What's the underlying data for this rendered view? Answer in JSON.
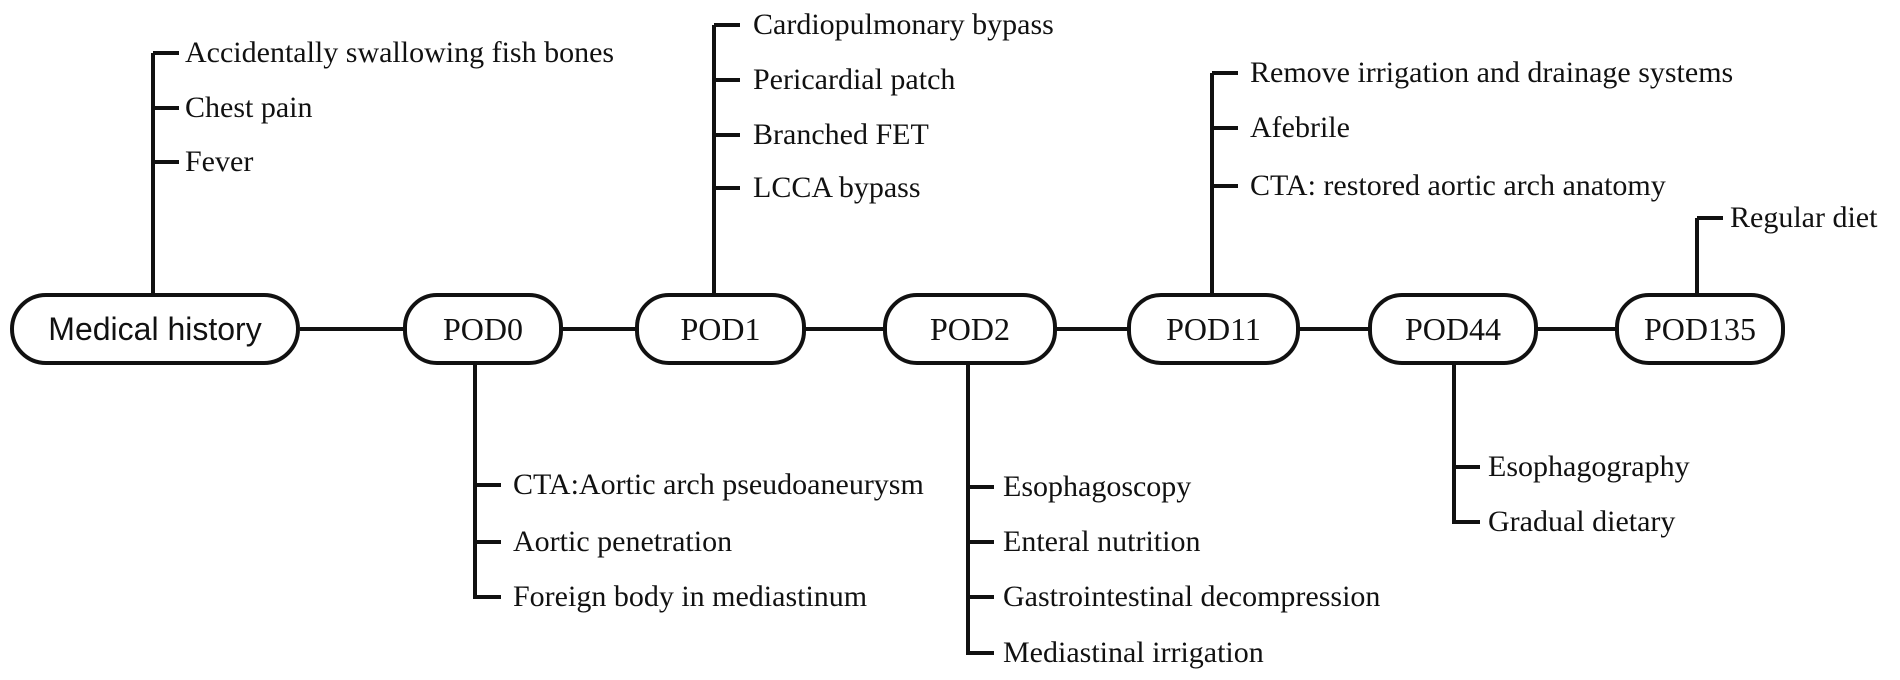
{
  "diagram": {
    "type": "flow-timeline",
    "background": "#ffffff",
    "line_color": "#111111",
    "text_color": "#111111",
    "nodes": [
      {
        "id": "medical-history",
        "label": "Medical history",
        "branch": "up",
        "items": [
          "Accidentally swallowing fish bones",
          "Chest pain",
          "Fever"
        ]
      },
      {
        "id": "pod0",
        "label": "POD0",
        "branch": "down",
        "items": [
          "CTA:Aortic arch pseudoaneurysm",
          "Aortic penetration",
          "Foreign body in mediastinum"
        ]
      },
      {
        "id": "pod1",
        "label": "POD1",
        "branch": "up",
        "items": [
          "Cardiopulmonary bypass",
          "Pericardial patch",
          "Branched FET",
          "LCCA bypass"
        ]
      },
      {
        "id": "pod2",
        "label": "POD2",
        "branch": "down",
        "items": [
          "Esophagoscopy",
          "Enteral nutrition",
          "Gastrointestinal decompression",
          "Mediastinal irrigation"
        ]
      },
      {
        "id": "pod11",
        "label": "POD11",
        "branch": "up",
        "items": [
          "Remove irrigation and drainage systems",
          "Afebrile",
          "CTA: restored aortic arch anatomy"
        ]
      },
      {
        "id": "pod44",
        "label": "POD44",
        "branch": "down",
        "items": [
          "Esophagography",
          "Gradual dietary"
        ]
      },
      {
        "id": "pod135",
        "label": "POD135",
        "branch": "up",
        "items": [
          "Regular diet"
        ]
      }
    ]
  }
}
